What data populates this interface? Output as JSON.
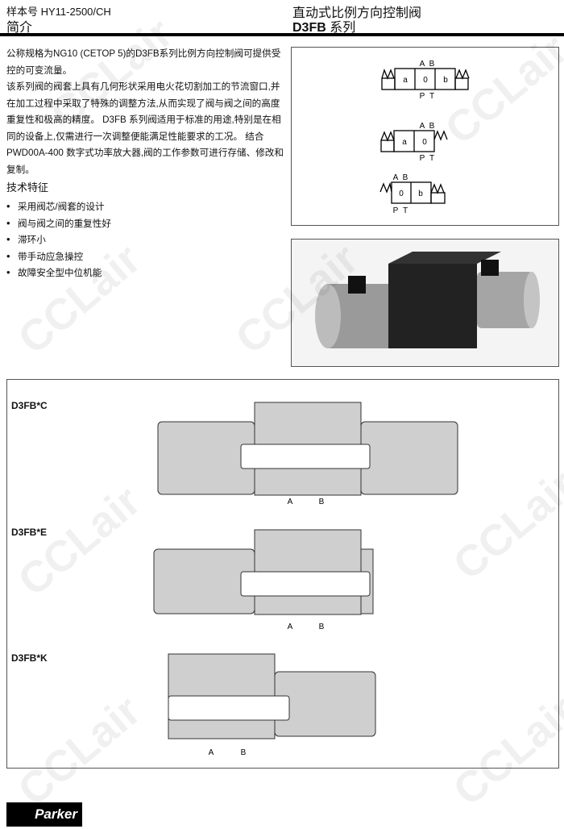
{
  "header": {
    "catalog": "样本号 HY11-2500/CH",
    "section": "简介",
    "title": "直动式比例方向控制阀",
    "series_code": "D3FB",
    "series_suffix": " 系列"
  },
  "intro": "公称规格为NG10 (CETOP 5)的D3FB系列比例方向控制阀可提供受控的可变流量。\n该系列阀的阀套上具有几何形状采用电火花切割加工的节流窗口,并在加工过程中采取了特殊的调整方法,从而实现了阀与阀之间的高度重复性和极高的精度。 D3FB 系列阀适用于标准的用途,特别是在相同的设备上,仅需进行一次调整便能满足性能要求的工况。 结合 PWD00A-400 数字式功率放大器,阀的工作参数可进行存储、修改和复制。",
  "features": {
    "heading": "技术特征",
    "items": [
      "采用阀芯/阀套的设计",
      "阀与阀之间的重复性好",
      "滞环小",
      "带手动应急操控",
      "故障安全型中位机能"
    ]
  },
  "symbols": {
    "a": "a",
    "zero": "0",
    "b": "b",
    "A": "A",
    "B": "B",
    "P": "P",
    "T": "T"
  },
  "sections": [
    {
      "label": "D3FB*C"
    },
    {
      "label": "D3FB*E"
    },
    {
      "label": "D3FB*K"
    }
  ],
  "port_labels": {
    "A": "A",
    "B": "B"
  },
  "watermark": "CCLair",
  "logo": "Parker"
}
